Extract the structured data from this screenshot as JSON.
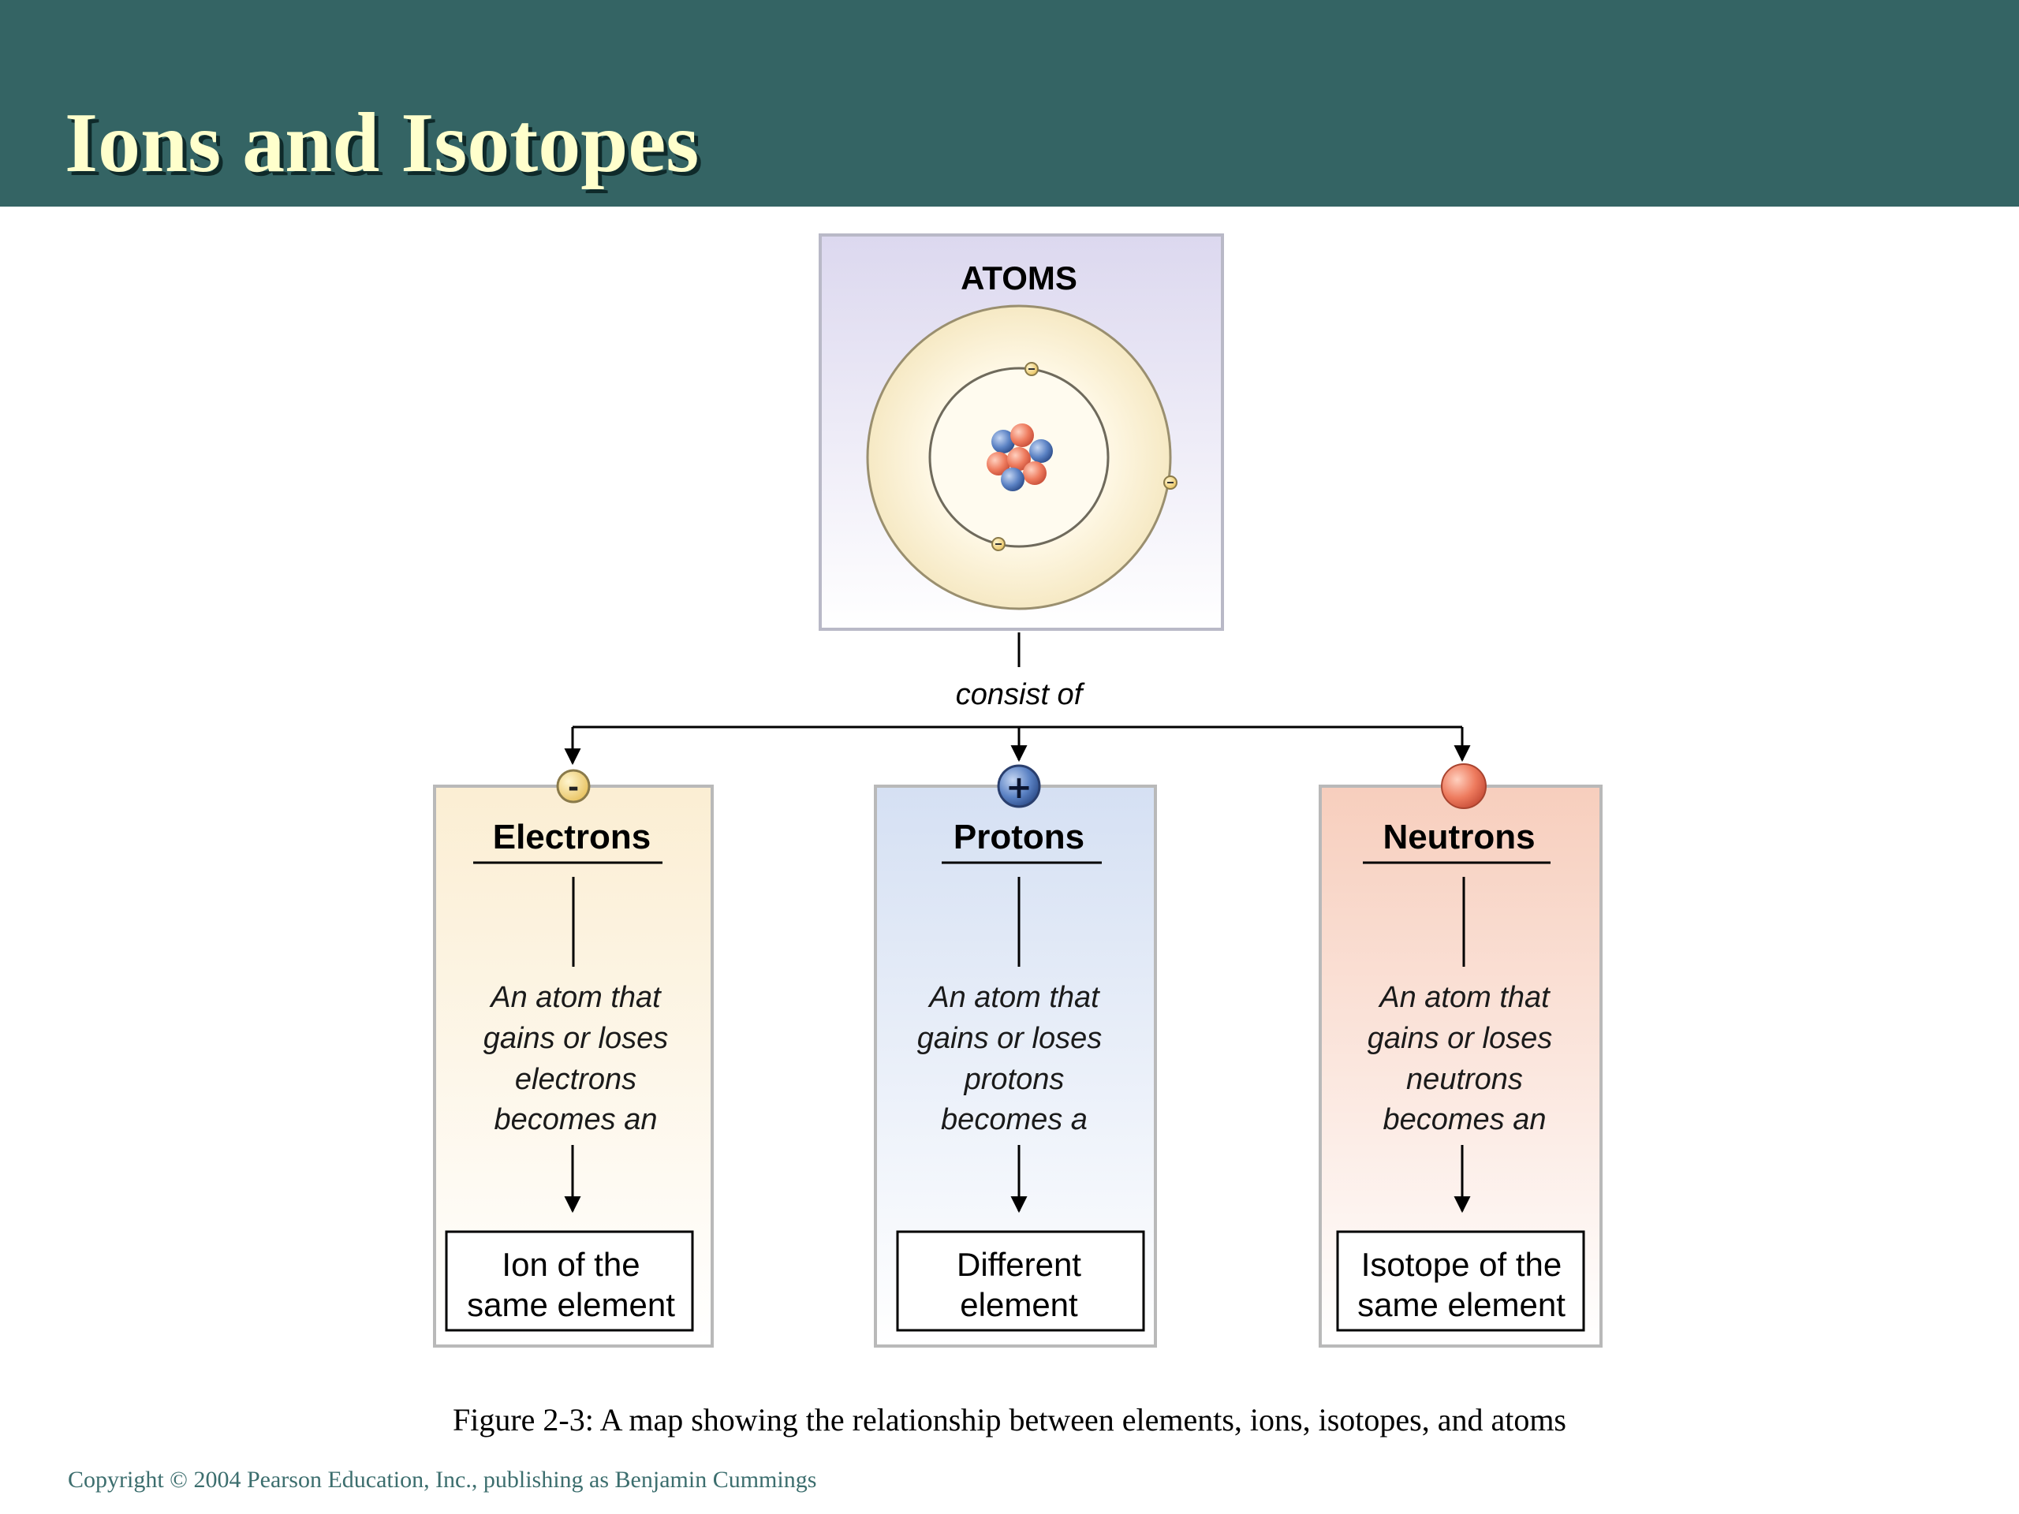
{
  "slide": {
    "title": "Ions and Isotopes",
    "caption": "Figure 2-3: A map showing the relationship between elements, ions, isotopes, and atoms",
    "copyright": "Copyright © 2004 Pearson Education, Inc., publishing as Benjamin Cummings"
  },
  "diagram": {
    "root": {
      "label": "ATOMS"
    },
    "connector_label": "consist of",
    "particle_symbols": {
      "electron": "-",
      "proton": "+"
    },
    "branches": [
      {
        "title": "Electrons",
        "description": [
          "An atom that",
          "gains or loses",
          "electrons",
          "becomes an"
        ],
        "result": [
          "Ion of the",
          "same element"
        ]
      },
      {
        "title": "Protons",
        "description": [
          "An atom that",
          "gains or loses",
          "protons",
          "becomes a"
        ],
        "result": [
          "Different",
          "element"
        ]
      },
      {
        "title": "Neutrons",
        "description": [
          "An atom that",
          "gains or loses",
          "neutrons",
          "becomes an"
        ],
        "result": [
          "Isotope of the",
          "same element"
        ]
      }
    ]
  },
  "colors": {
    "header": "#346464",
    "title_text": "#ffffcc",
    "electron": "#f2d06b",
    "proton": "#4f76b8",
    "neutron": "#ec7a5c",
    "electron_panel": "#fbeed3",
    "proton_panel": "#d5e0f3",
    "neutron_panel": "#f7cebd",
    "atom_panel": "#dcd8ef"
  }
}
